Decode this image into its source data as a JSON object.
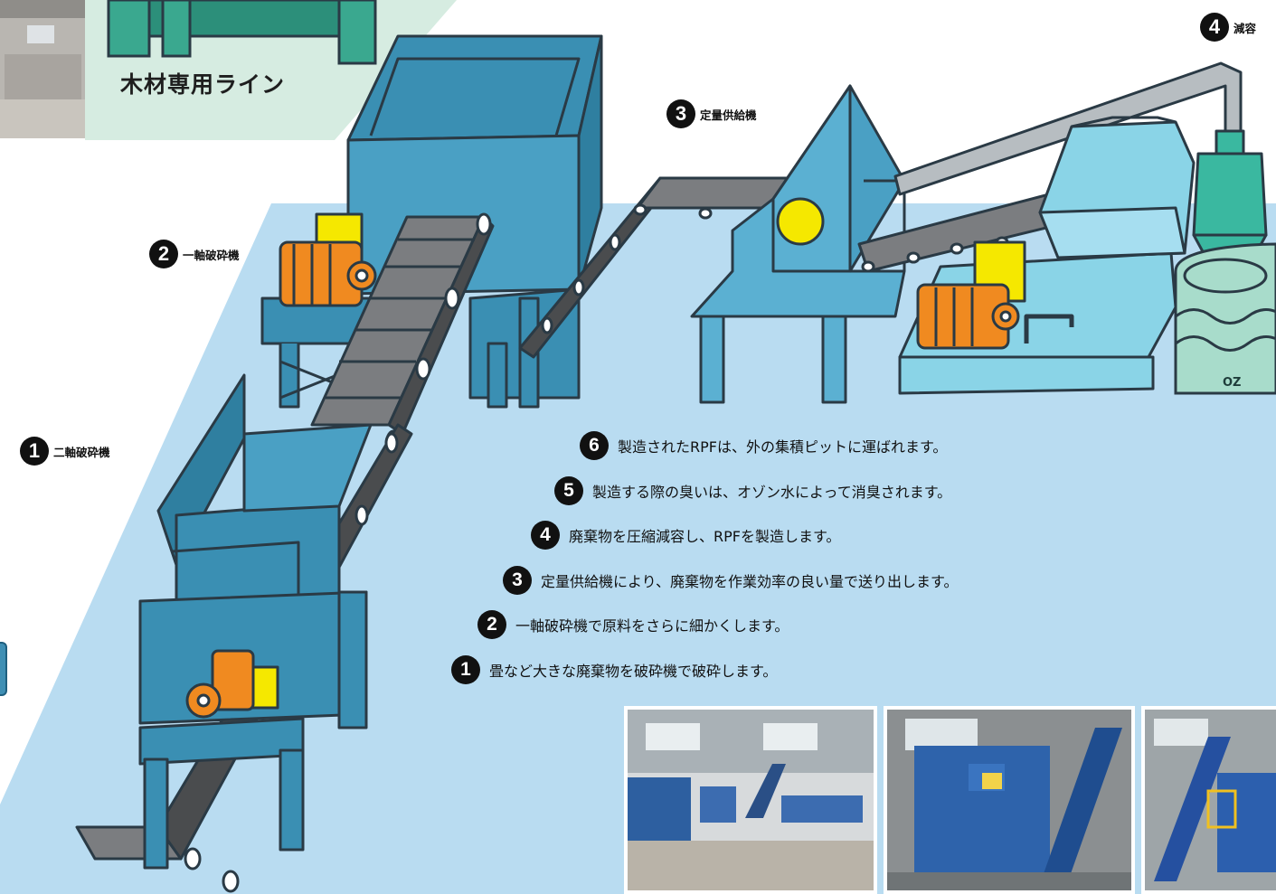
{
  "title": "木材専用ライン",
  "machine_labels": [
    {
      "num": "1",
      "text": "二軸破砕機"
    },
    {
      "num": "2",
      "text": "一軸破砕機"
    },
    {
      "num": "3",
      "text": "定量供給機"
    },
    {
      "num": "4",
      "text": "減容"
    }
  ],
  "tank_text": "OZ",
  "steps": [
    {
      "num": "6",
      "text": "製造されたRPFは、外の集積ピットに運ばれます。"
    },
    {
      "num": "5",
      "text": "製造する際の臭いは、オゾン水によって消臭されます。"
    },
    {
      "num": "4",
      "text": "廃棄物を圧縮減容し、RPFを製造します。"
    },
    {
      "num": "3",
      "text": "定量供給機により、廃棄物を作業効率の良い量で送り出します。"
    },
    {
      "num": "2",
      "text": "一軸破砕機で原料をさらに細かくします。"
    },
    {
      "num": "1",
      "text": "畳など大きな廃棄物を破砕機で破砕します。"
    }
  ],
  "colors": {
    "floor": "#b9dcf1",
    "title_bg": "#d6ece1",
    "machine_blue": "#3a8fb3",
    "machine_light": "#88d0e4",
    "conveyor_gray": "#7b7d80",
    "motor_orange": "#f08a20",
    "box_yellow": "#f5e800",
    "outline": "#2a3a45"
  }
}
